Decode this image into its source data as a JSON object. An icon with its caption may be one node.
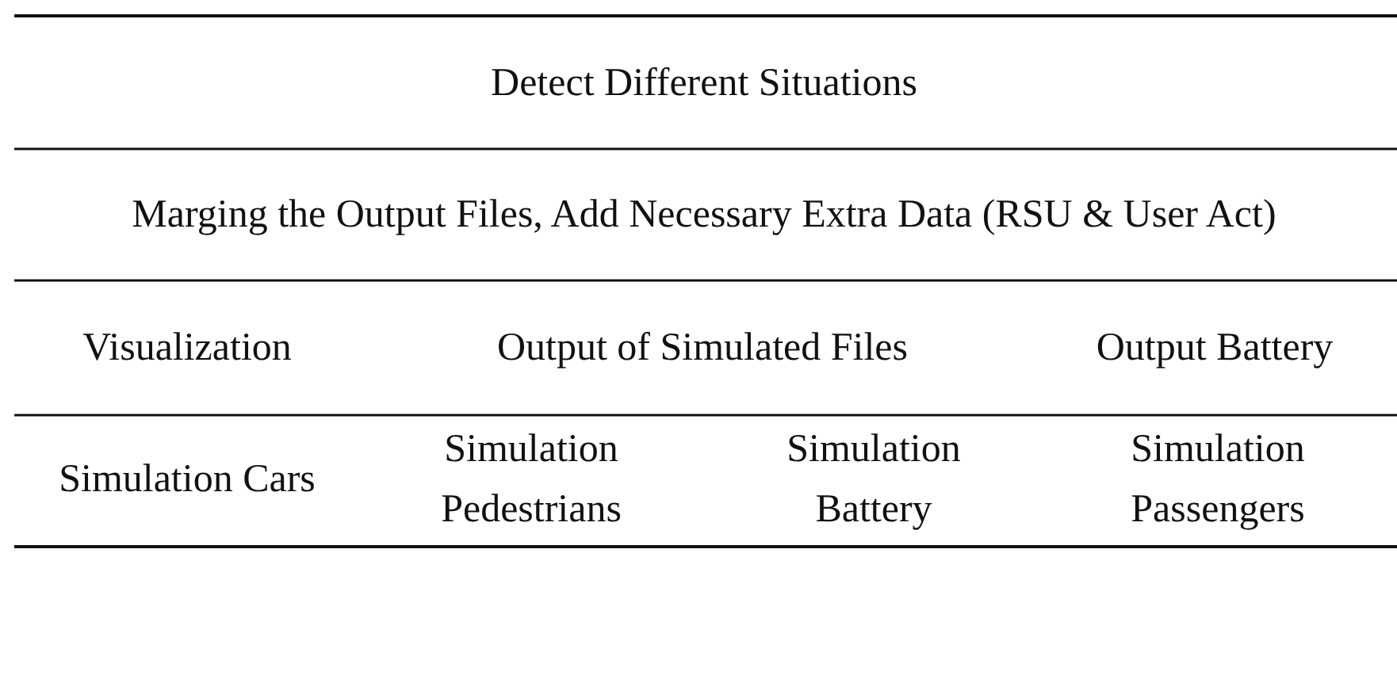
{
  "diagram": {
    "labels": [
      "Detect Different Situations",
      "Marging the Output Files, Add Necessary Extra Data (RSU & User Act)",
      "Visualization",
      "Output of Simulated Files",
      "Output Battery",
      "Simulation Cars",
      "Simulation Pedestrians",
      "Simulation Battery",
      "Simulation Passengers"
    ]
  }
}
